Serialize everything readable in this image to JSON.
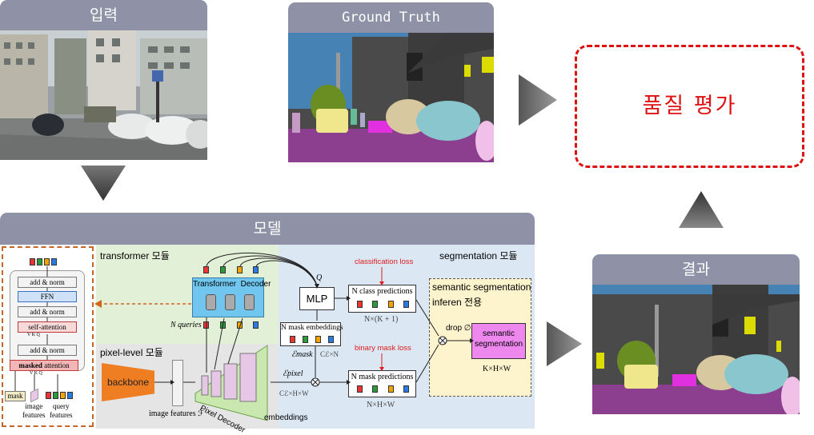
{
  "panels": {
    "input_title": "입력",
    "ground_truth_title": "Ground Truth",
    "quality_label": "품질 평가",
    "model_title": "모델",
    "result_title": "결과"
  },
  "model": {
    "transformer_module": "transformer 모듈",
    "pixel_level_module": "pixel-level 모듈",
    "segmentation_module": "segmentation 모듈",
    "transformer_decoder": "Transformer  Decoder",
    "n_queries": "N queries",
    "q_label": "Q",
    "mlp": "MLP",
    "mask_embeddings": "N mask embeddings",
    "e_mask": "ℰmask",
    "c_e_n": "Cℰ×N",
    "classification_loss": "classification loss",
    "class_predictions": "N class predictions",
    "n_k1": "N×(K + 1)",
    "binary_mask_loss": "binary mask loss",
    "mask_predictions": "N mask predictions",
    "n_h_w": "N×H×W",
    "e_pixel": "ℰpixel",
    "c_h_w": "Cℰ×H×W",
    "semantic_seg_title": "semantic segmentation",
    "inferen_label": "inferen 전용",
    "drop_label": "drop ∅",
    "semantic_box_line1": "semantic",
    "semantic_box_line2": "segmentation",
    "k_h_w": "K×H×W",
    "backbone": "backbone",
    "image_features": "image features ℱ",
    "pixel_decoder": "Pixel Decoder",
    "embeddings": "embeddings"
  },
  "decoder_layer": {
    "add_norm_top": "add & norm",
    "ffn": "FFN",
    "add_norm_mid": "add & norm",
    "self_attention": "self-attention",
    "add_norm_low": "add & norm",
    "masked_attention_bold": "masked",
    "masked_attention_rest": " attention",
    "vkq_top": "V  K  Q",
    "vkq_bottom": "V    K    Q",
    "mask": "mask",
    "image_features": "image\nfeatures",
    "query_features": "query\nfeatures"
  },
  "colors": {
    "header": "#8f92a6",
    "quality_border": "#dd1111",
    "transformer_bg": "#e3f0d8",
    "pixel_bg": "#e3e3e3",
    "seg_bg": "#dbe8f4",
    "decoder_box": "#70c6ee",
    "backbone": "#ef7d22",
    "semantic_box": "#ee88ee",
    "inferen_bg": "#fdf3cc",
    "loss_red": "#e01b1b"
  }
}
